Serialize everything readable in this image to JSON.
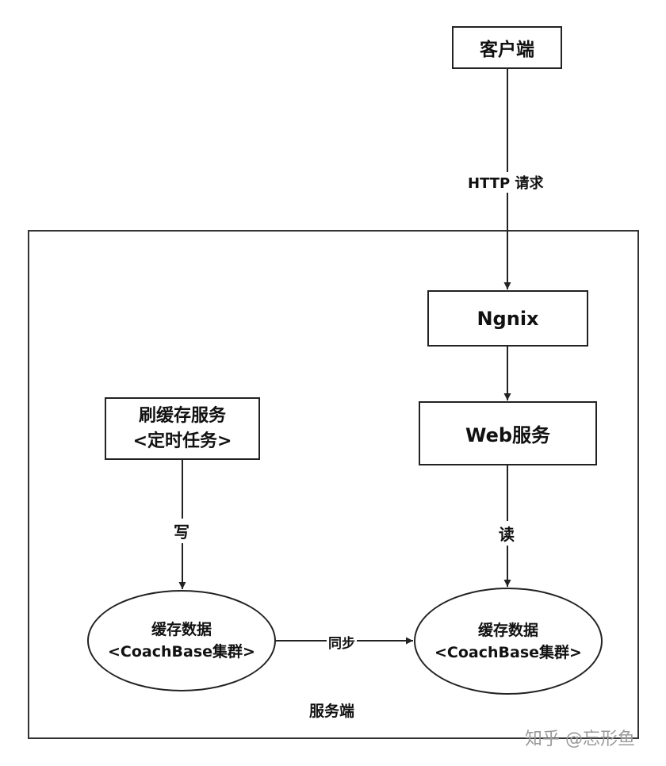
{
  "nodes": {
    "client": {
      "label": "客户端"
    },
    "nginx": {
      "label": "Ngnix"
    },
    "web": {
      "label": "Web服务"
    },
    "refresh": {
      "line1": "刷缓存服务",
      "line2": "<定时任务>"
    },
    "cache_left": {
      "line1": "缓存数据",
      "line2": "<CoachBase集群>"
    },
    "cache_right": {
      "line1": "缓存数据",
      "line2": "<CoachBase集群>"
    }
  },
  "edges": {
    "http": {
      "label": "HTTP 请求"
    },
    "write": {
      "label": "写"
    },
    "read": {
      "label": "读"
    },
    "sync": {
      "label": "同步"
    }
  },
  "group": {
    "label": "服务端"
  },
  "watermark": {
    "text": "知乎 @忘形鱼"
  }
}
